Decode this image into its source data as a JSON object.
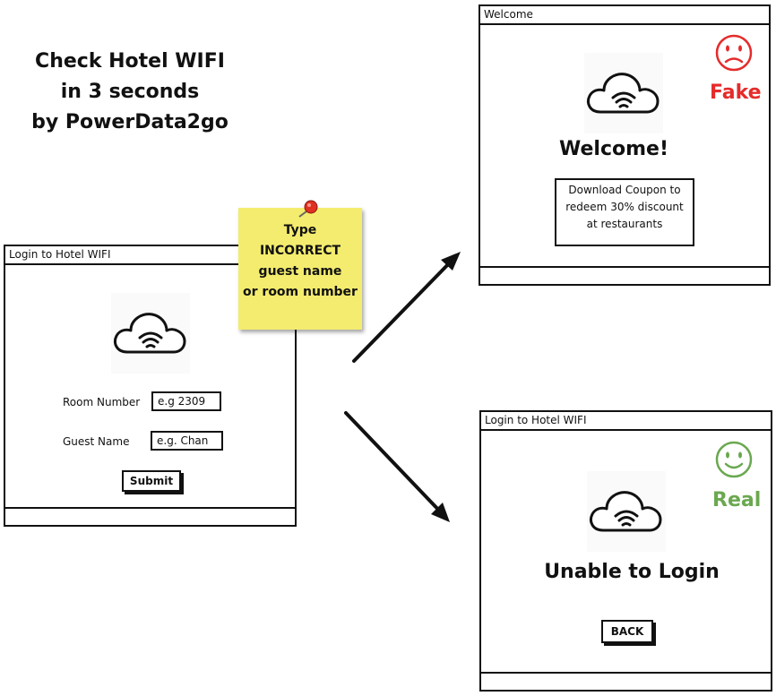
{
  "headline": {
    "line1": "Check Hotel WIFI",
    "line2": "in 3 seconds",
    "line3": "by PowerData2go"
  },
  "login_window": {
    "title": "Login to Hotel WIFI",
    "room_label": "Room Number",
    "room_placeholder": "e.g 2309",
    "guest_label": "Guest Name",
    "guest_placeholder": "e.g. Chan",
    "submit_label": "Submit",
    "icon": "wifi-cloud-icon"
  },
  "sticky_note": {
    "lines": [
      "Type",
      "INCORRECT",
      "guest name",
      "or room number"
    ],
    "pin_color": "#e03020"
  },
  "fake_window": {
    "title": "Welcome",
    "heading": "Welcome!",
    "coupon_lines": [
      "Download Coupon to",
      "redeem 30% discount",
      "at restaurants"
    ],
    "verdict": "Fake",
    "verdict_color": "#e52b2b",
    "face_icon": "sad-face-icon",
    "icon": "wifi-cloud-icon"
  },
  "real_window": {
    "title": "Login to Hotel WIFI",
    "heading": "Unable to Login",
    "back_label": "BACK",
    "verdict": "Real",
    "verdict_color": "#6aa84f",
    "face_icon": "happy-face-icon",
    "icon": "wifi-cloud-icon"
  },
  "colors": {
    "ink": "#111111",
    "sticky": "#f4ec6e"
  }
}
